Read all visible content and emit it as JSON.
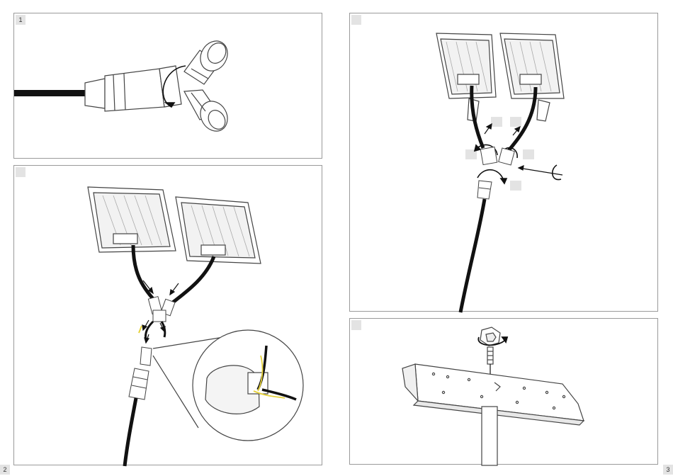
{
  "steps": [
    {
      "badge": "1"
    },
    {
      "badge": ""
    },
    {
      "badge": ""
    },
    {
      "badge": ""
    }
  ],
  "pages": {
    "left": "2",
    "right": "3"
  },
  "colors": {
    "cable": "#111111",
    "wire_yellow": "#e6d23a",
    "outline": "#444444",
    "badge_bg": "#e3e3e3"
  },
  "icons": [
    "y-connector-icon",
    "rotate-arrow-icon",
    "solar-panel-icon",
    "mounting-bracket-icon",
    "bolt-icon",
    "magnifier-circle-icon"
  ]
}
